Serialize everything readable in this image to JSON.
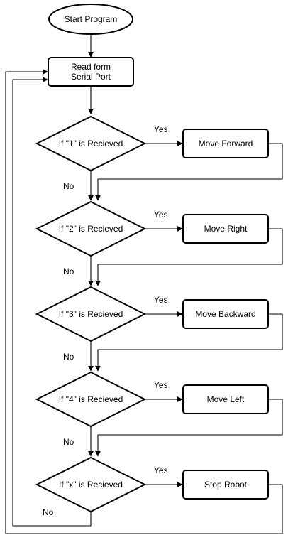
{
  "start": {
    "label": "Start Program"
  },
  "read": {
    "line1": "Read form",
    "line2": "Serial Port"
  },
  "decisions": [
    {
      "condition": "If \"1\" is Recieved",
      "action": "Move Forward",
      "yes": "Yes",
      "no": "No"
    },
    {
      "condition": "If \"2\" is Recieved",
      "action": "Move Right",
      "yes": "Yes",
      "no": "No"
    },
    {
      "condition": "If \"3\" is Recieved",
      "action": "Move Backward",
      "yes": "Yes",
      "no": "No"
    },
    {
      "condition": "If \"4\" is Recieved",
      "action": "Move Left",
      "yes": "Yes",
      "no": "No"
    },
    {
      "condition": "If \"x\" is Recieved",
      "action": "Stop Robot",
      "yes": "Yes",
      "no": "No"
    }
  ]
}
